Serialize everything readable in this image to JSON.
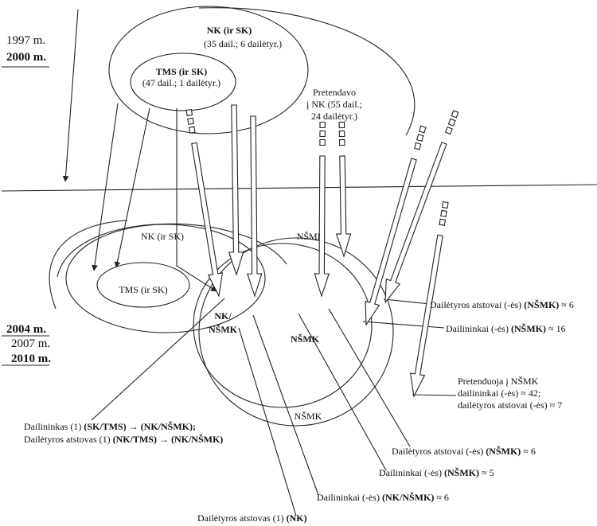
{
  "years_top": {
    "y1997": "1997 m.",
    "y2000": "2000 m."
  },
  "years_bottom": {
    "y2004": "2004 m.",
    "y2007": "2007 m.",
    "y2010": "2010 m."
  },
  "top": {
    "nk_title": "NK (ir SK)",
    "nk_sub": "(35 dail.; 6 dailėtyr.)",
    "tms_title": "TMS (ir SK)",
    "tms_sub": "(47 dail.; 1 dailėtyr.)",
    "pretendavo": [
      "Pretendavo",
      "į NK (55 dail.;",
      "24 dailėtyr.)"
    ]
  },
  "bottom": {
    "nk": "NK (ir SK)",
    "tms": "TMS (ir SK)",
    "nsmk_top": "NŠMK",
    "nsmk_center": "NŠMK",
    "nsmk_bottom": "NŠMK",
    "overlap_1": "NK/",
    "overlap_2": "NŠMK"
  },
  "annotations": {
    "a1": {
      "text": "Dailėtyros atstovai (-ės) ",
      "bold": "(NŠMK)",
      "tail": " ≈ 6"
    },
    "a2": {
      "text": "Dailininkai (-ės) ",
      "bold": "(NŠMK)",
      "tail": " ≈ 16"
    },
    "a3": [
      "Pretenduoja į NŠMK",
      "dailininkai (-ės) ≈ 42;",
      "dailėtyros atstovai (-ės) ≈ 7"
    ],
    "a4": {
      "text": "Dailėtyros atstovai (-ės) ",
      "bold": "(NŠMK)",
      "tail": " ≈ 6"
    },
    "a5": {
      "text": "Dailininkai (-ės) ",
      "bold": "(NŠMK)",
      "tail": " ≈ 5"
    },
    "a6": {
      "text": "Dailininkai (-ės) ",
      "bold": "(NK/NŠMK)",
      "tail": " ≈ 6"
    },
    "a7": {
      "text": "Dailėtyros atstovas (1) ",
      "bold": "(NK)",
      "tail": ""
    },
    "a8": {
      "text": "Dailininkas (1) ",
      "bold": "(SK/TMS) → (NK/NŠMK);",
      "tail": ""
    },
    "a9": {
      "text": "Dailėtyros atstovas (1) ",
      "bold": "(NK/TMS) → (NK/NŠMK)",
      "tail": ""
    }
  }
}
